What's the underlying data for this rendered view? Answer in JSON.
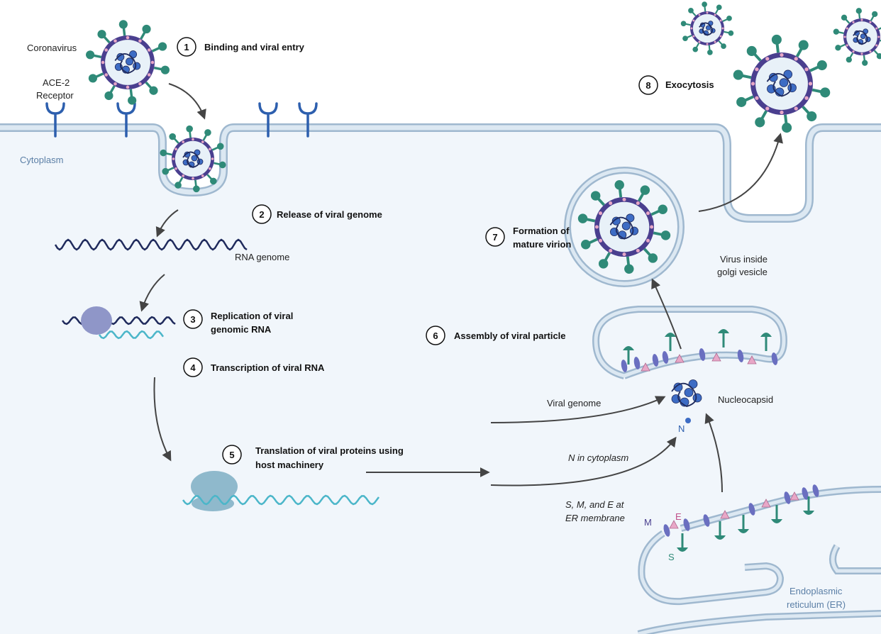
{
  "colors": {
    "cytoplasm": "#f1f6fb",
    "membrane_fill": "#ccdcea",
    "membrane_edge": "#9fb8cf",
    "virus_envelope": "#4a3f8f",
    "spike": "#2f8a78",
    "e_protein": "#e8a7c7",
    "genome_dark": "#1f2a5c",
    "mrna_light": "#4bb6c9",
    "nucleocapsid": "#3d6cc4",
    "receptor": "#2d5fae",
    "arrow": "#444444",
    "ribosome_purple": "#8f96c8",
    "ribosome_blue": "#8fb9cc",
    "m_protein": "#6a6fc0"
  },
  "labels": {
    "coronavirus": "Coronavirus",
    "ace2_line1": "ACE-2",
    "ace2_line2": "Receptor",
    "cytoplasm": "Cytoplasm",
    "rna_genome": "RNA genome",
    "virus_inside_line1": "Virus inside",
    "virus_inside_line2": "golgi vesicle",
    "viral_genome": "Viral genome",
    "nucleocapsid": "Nucleocapsid",
    "n": "N",
    "n_in_cytoplasm": "N in cytoplasm",
    "sme_line1": "S, M, and E at",
    "sme_line2": "ER membrane",
    "m": "M",
    "e": "E",
    "s": "S",
    "er_line1": "Endoplasmic",
    "er_line2": "reticulum (ER)"
  },
  "steps": [
    {
      "num": "1",
      "line1": "Binding and viral entry",
      "line2": ""
    },
    {
      "num": "2",
      "line1": "Release of viral genome",
      "line2": ""
    },
    {
      "num": "3",
      "line1": "Replication of viral",
      "line2": "genomic RNA"
    },
    {
      "num": "4",
      "line1": "Transcription of viral RNA",
      "line2": ""
    },
    {
      "num": "5",
      "line1": "Translation of viral proteins using",
      "line2": "host machinery"
    },
    {
      "num": "6",
      "line1": "Assembly of viral particle",
      "line2": ""
    },
    {
      "num": "7",
      "line1": "Formation of",
      "line2": "mature virion"
    },
    {
      "num": "8",
      "line1": "Exocytosis",
      "line2": ""
    }
  ]
}
